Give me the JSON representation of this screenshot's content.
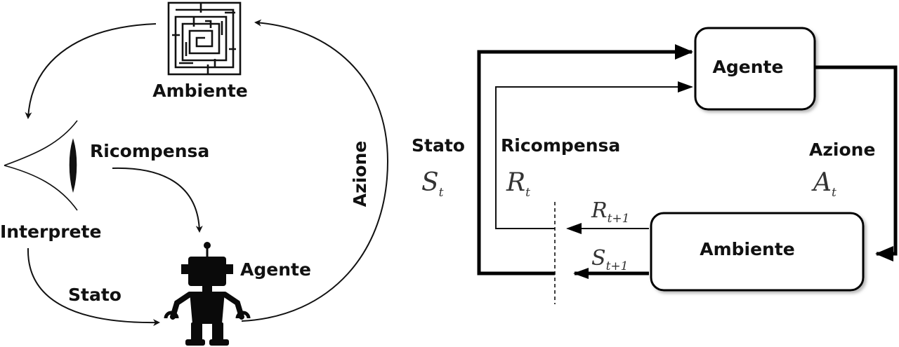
{
  "left": {
    "environment": "Ambiente",
    "reward": "Ricompensa",
    "interpreter": "Interprete",
    "state": "Stato",
    "agent": "Agente",
    "action": "Azione"
  },
  "right": {
    "agent": "Agente",
    "environment": "Ambiente",
    "state": "Stato",
    "reward": "Ricompensa",
    "action": "Azione",
    "state_symbol": "S",
    "state_sub": "t",
    "reward_symbol": "R",
    "reward_sub": "t",
    "action_symbol": "A",
    "action_sub": "t",
    "next_reward_symbol": "R",
    "next_reward_sub": "t+1",
    "next_state_symbol": "S",
    "next_state_sub": "t+1"
  }
}
